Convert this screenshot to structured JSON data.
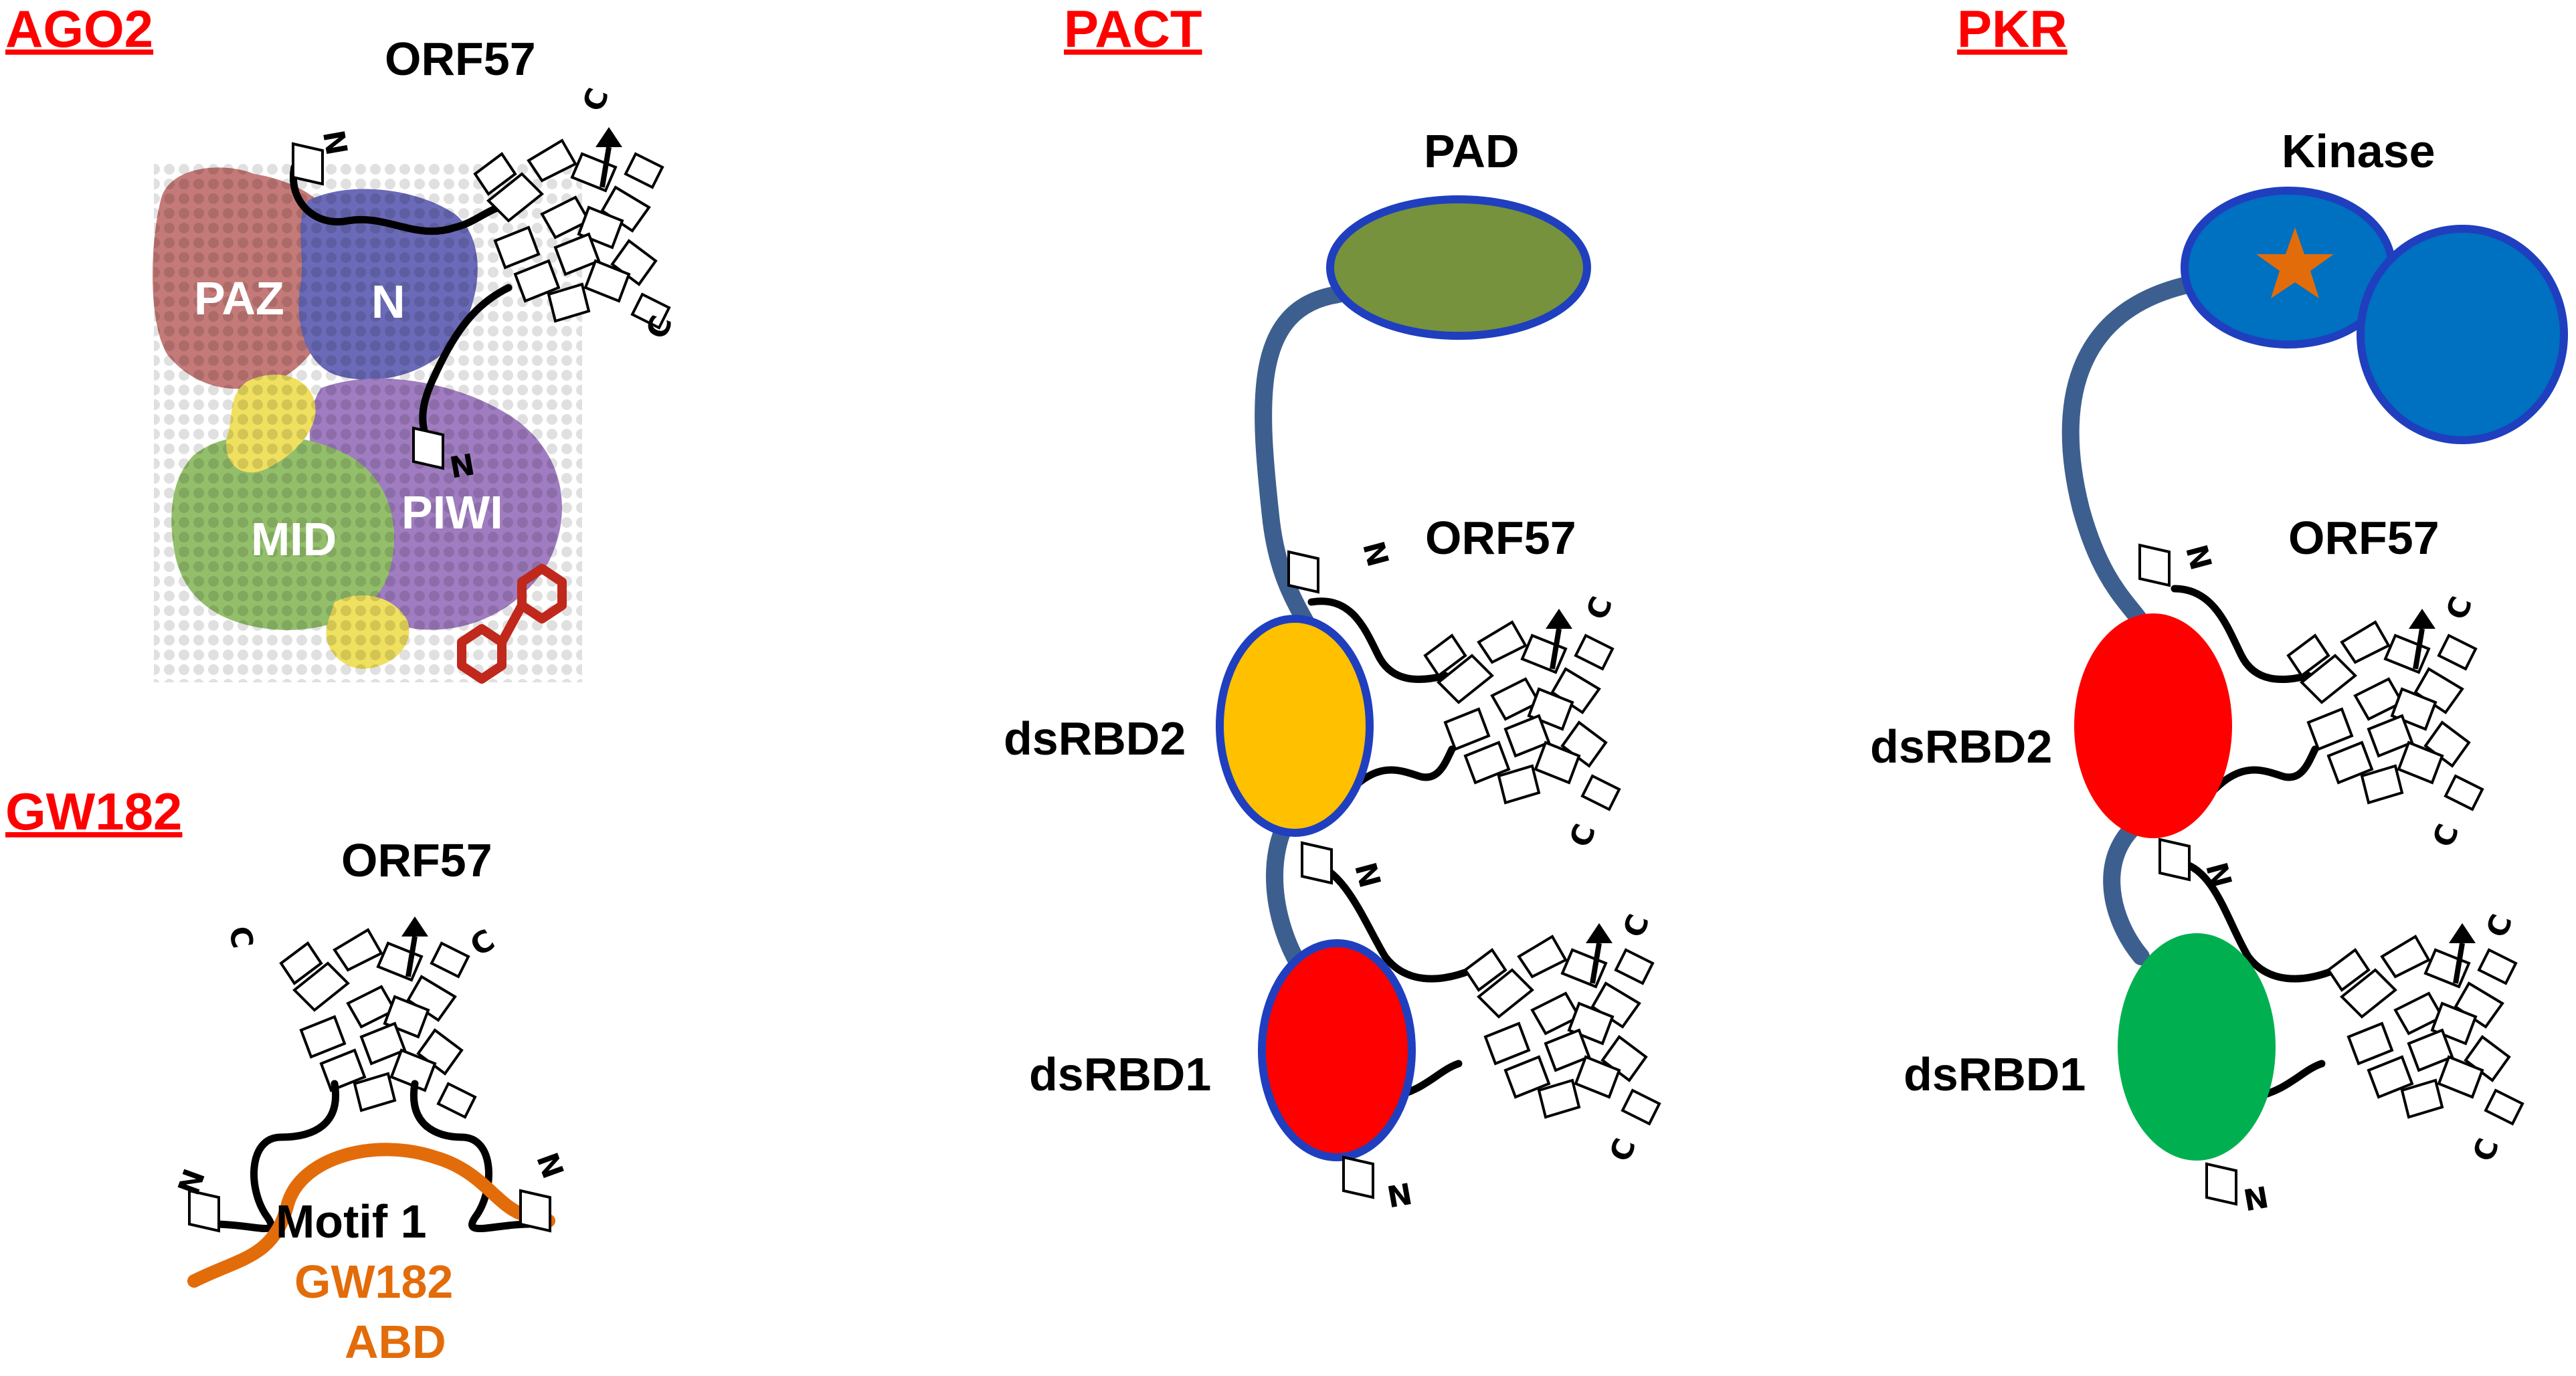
{
  "panels": {
    "ago2": {
      "title": "AGO2",
      "orf57": "ORF57",
      "domains": {
        "paz": "PAZ",
        "n": "N",
        "mid": "MID",
        "piwi": "PIWI"
      },
      "termini": {
        "n1": "N",
        "n2": "N",
        "c1": "C",
        "c2": "C"
      },
      "colors": {
        "paz": "#c47a78",
        "n": "#6a6ab8",
        "mid": "#93bf6b",
        "piwi": "#a07cc0",
        "linker_yellow": "#f0e060",
        "rna": "#c0281c"
      }
    },
    "gw182": {
      "title": "GW182",
      "orf57": "ORF57",
      "motif": "Motif 1",
      "abd_line1": "GW182",
      "abd_line2": "ABD",
      "termini": {
        "n1": "N",
        "n2": "N",
        "c1": "C",
        "c2": "C"
      },
      "colors": {
        "abd": "#e36c0a"
      }
    },
    "pact": {
      "title": "PACT",
      "pad": "PAD",
      "orf57": "ORF57",
      "dsrbd2": "dsRBD2",
      "dsrbd1": "dsRBD1",
      "termini": {
        "n1": "N",
        "n2": "N",
        "n3": "N",
        "c1": "C",
        "c2": "C",
        "c3": "C",
        "c4": "C"
      },
      "colors": {
        "pad": "#76923c",
        "dsrbd2": "#ffc000",
        "dsrbd1": "#ff0000",
        "outline": "#1f3fbf",
        "linker": "#3d5f8f"
      }
    },
    "pkr": {
      "title": "PKR",
      "kinase": "Kinase",
      "orf57": "ORF57",
      "dsrbd2": "dsRBD2",
      "dsrbd1": "dsRBD1",
      "termini": {
        "n1": "N",
        "n2": "N",
        "n3": "N",
        "c1": "C",
        "c2": "C",
        "c3": "C",
        "c4": "C"
      },
      "colors": {
        "kinase": "#0070c0",
        "star": "#e36c0a",
        "dsrbd2": "#ff0000",
        "dsrbd1": "#00b050",
        "outline": "#1f3fbf",
        "linker": "#3d5f8f"
      }
    }
  }
}
